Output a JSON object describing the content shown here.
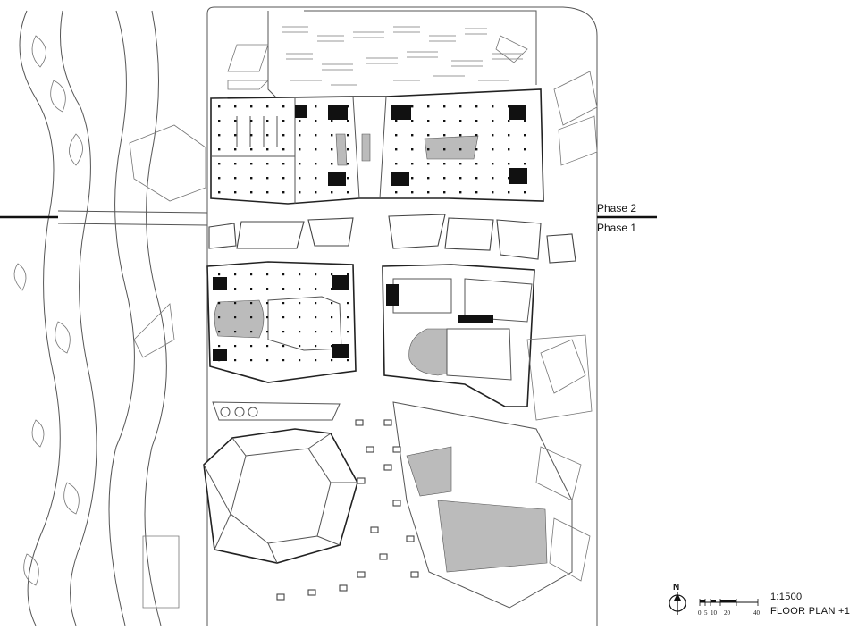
{
  "phases": {
    "upper": "Phase 2",
    "lower": "Phase 1"
  },
  "legend": {
    "north_letter": "N",
    "scale": "1:1500",
    "title": "FLOOR PLAN +1",
    "scale_ticks": [
      "0",
      "5",
      "10",
      "20",
      "40"
    ]
  },
  "icons": {
    "north_arrow": "north-arrow-icon",
    "scale_bar": "scale-bar-icon"
  },
  "colors": {
    "line": "#222222",
    "hatch": "#bbbbbb",
    "background": "#ffffff"
  }
}
